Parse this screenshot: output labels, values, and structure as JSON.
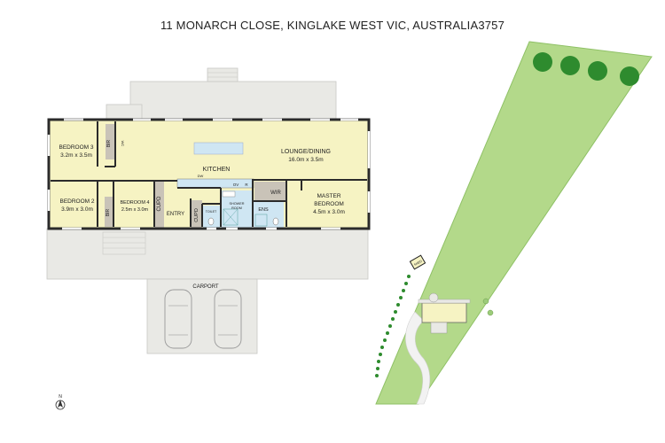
{
  "title": "11 MONARCH CLOSE, KINGLAKE WEST VIC, AUSTRALIA3757",
  "rooms": {
    "bedroom3": {
      "name": "BEDROOM 3",
      "size": "3.2m x 3.5m"
    },
    "bedroom2": {
      "name": "BEDROOM 2",
      "size": "3.9m x 3.0m"
    },
    "bedroom4": {
      "name": "BEDROOM 4",
      "size": "2.5m x 3.0m"
    },
    "lounge": {
      "name": "LOUNGE/DINING",
      "size": "16.0m x 3.5m"
    },
    "kitchen": {
      "name": "KITCHEN"
    },
    "master": {
      "name": "MASTER BEDROOM",
      "name_line1": "MASTER",
      "name_line2": "BEDROOM",
      "size": "4.5m x 3.0m"
    },
    "entry": {
      "name": "ENTRY"
    },
    "wir": {
      "name": "WIR"
    },
    "ens": {
      "name": "ENS"
    },
    "toilet": {
      "name": "TOILET"
    },
    "shower": {
      "name": "SHOWER ROOM",
      "line1": "SHOWER",
      "line2": "ROOM"
    },
    "cupd1": {
      "name": "CUPD"
    },
    "cupd2": {
      "name": "CUPD"
    },
    "bir1": {
      "name": "BIR"
    },
    "bir2": {
      "name": "BIR"
    },
    "wc": {
      "name": "WC"
    },
    "dw": {
      "name": "DW"
    },
    "ov": {
      "name": "OV"
    },
    "r": {
      "name": "R"
    }
  },
  "carport": "CARPORT",
  "shed": "SHED",
  "compass": "N",
  "colors": {
    "interior": "#f6f3c3",
    "wall": "#2b2b2b",
    "deck": "#e9e9e5",
    "bath": "#cfe6f3",
    "cupboard": "#c9c3b8",
    "grass": "#b3d98a",
    "grass_edge": "#8fc166",
    "tree": "#2e8b2e",
    "road": "#f2f2f2"
  }
}
